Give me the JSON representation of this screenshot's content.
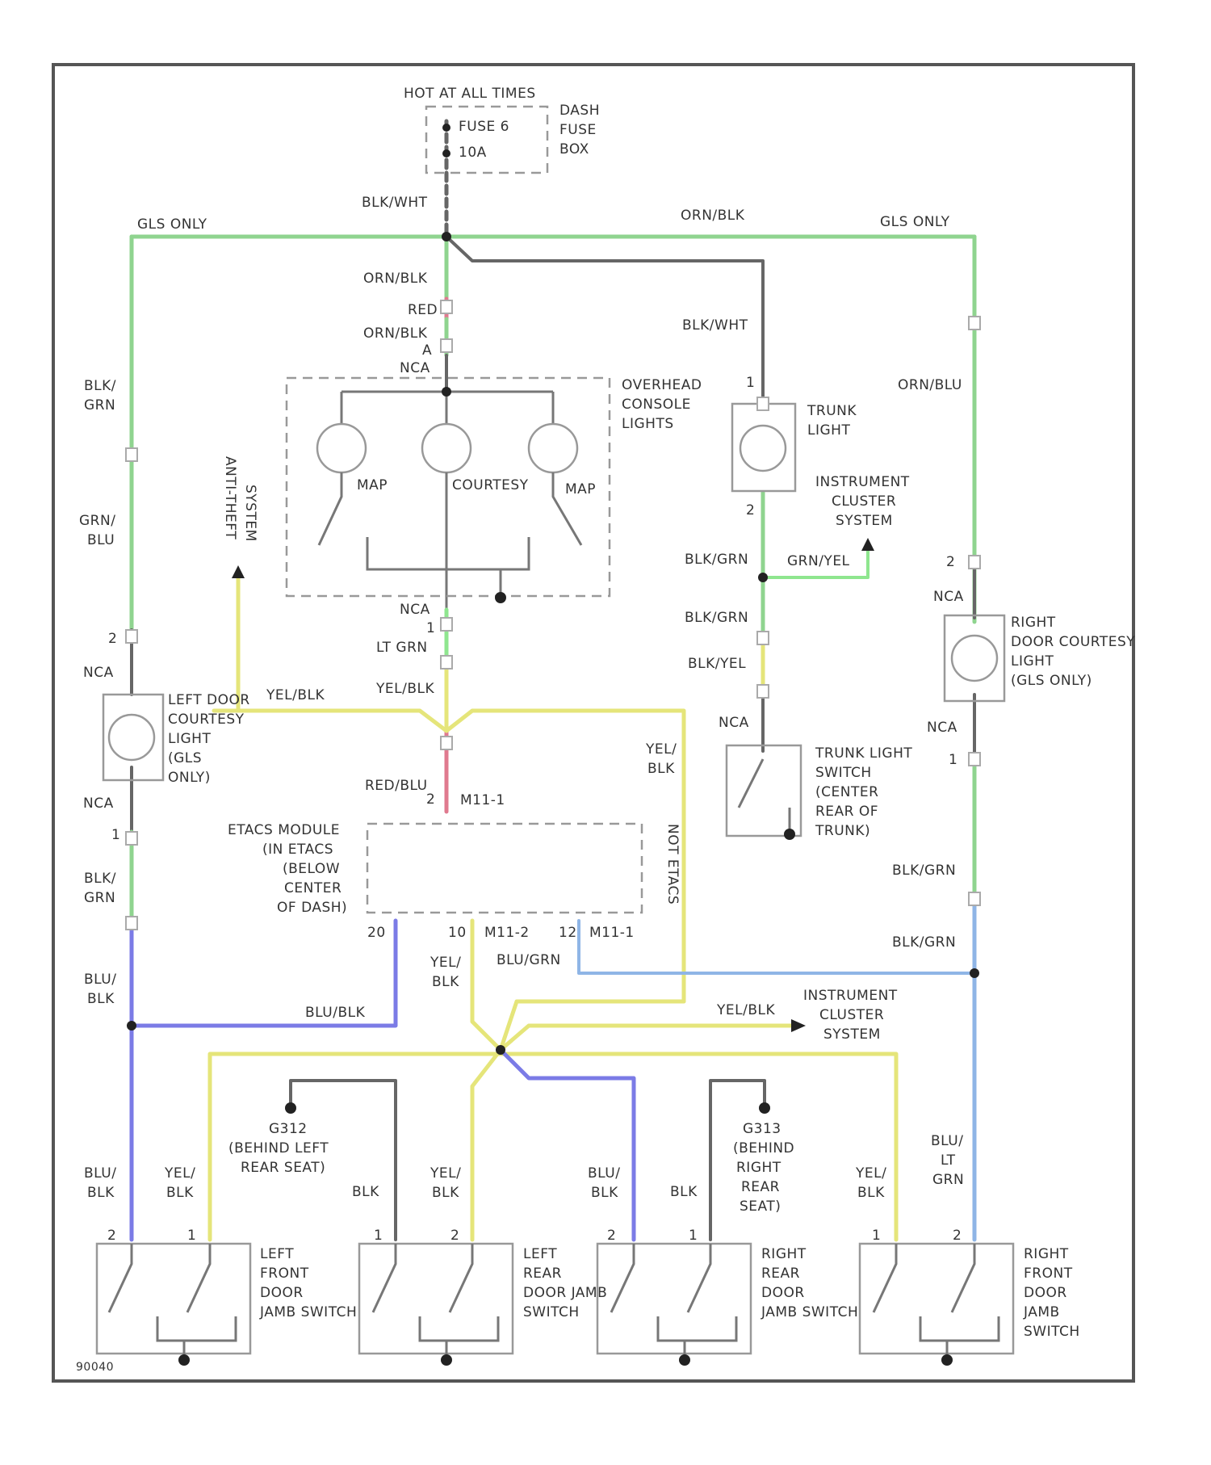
{
  "colors": {
    "grn": "#8fd48f",
    "yel": "#e5e57a",
    "blu": "#7b7be6",
    "lt_blu": "#8fb5e6",
    "red": "#e07a8f",
    "blk": "#666666",
    "lt_grn": "#8fe68f"
  },
  "labels": {
    "hot_at_all_times": "HOT AT ALL TIMES",
    "fuse_a": "FUSE 6",
    "fuse_b": "10A",
    "dash_fuse_box_1": "DASH",
    "dash_fuse_box_2": "FUSE",
    "dash_fuse_box_3": "BOX",
    "blk_wht_top": "BLK/WHT",
    "gls_only_left": "GLS ONLY",
    "gls_only_right": "GLS ONLY",
    "orn_blk_top": "ORN/BLK",
    "orn_blk_center": "ORN/BLK",
    "red": "RED",
    "orn_blk_2": "ORN/BLK",
    "a": "A",
    "nca_top": "NCA",
    "blk_wht_trunk": "BLK/WHT",
    "overhead_1": "OVERHEAD",
    "overhead_2": "CONSOLE",
    "overhead_3": "LIGHTS",
    "map_left": "MAP",
    "courtesy": "COURTESY",
    "map_right": "MAP",
    "pin_1_trunk": "1",
    "trunk_light_1": "TRUNK",
    "trunk_light_2": "LIGHT",
    "pin_2_trunk": "2",
    "instr_cluster_1a": "INSTRUMENT",
    "instr_cluster_1b": "CLUSTER",
    "instr_cluster_1c": "SYSTEM",
    "blk_grn_1": "BLK/GRN",
    "grn_yel": "GRN/YEL",
    "blk_grn_2": "BLK/GRN",
    "blk_yel": "BLK/YEL",
    "nca_trunk_sw": "NCA",
    "trunk_sw_1": "TRUNK LIGHT",
    "trunk_sw_2": "SWITCH",
    "trunk_sw_3": "(CENTER",
    "trunk_sw_4": "REAR OF",
    "trunk_sw_5": "TRUNK)",
    "orn_blu": "ORN/BLU",
    "pin_2_right": "2",
    "nca_right": "NCA",
    "right_door_1": "RIGHT",
    "right_door_2": "DOOR COURTESY",
    "right_door_3": "LIGHT",
    "right_door_4": "(GLS ONLY)",
    "nca_right_2": "NCA",
    "pin_1_right": "1",
    "blk_grn_right_1": "BLK/GRN",
    "blk_grn_right_2": "BLK/GRN",
    "blk_grn_left_1": "BLK/",
    "blk_grn_left_2": "GRN",
    "grn_blu_1": "GRN/",
    "grn_blu_2": "BLU",
    "anti_theft_1": "ANTI-THEFT",
    "anti_theft_2": "SYSTEM",
    "nca_mid": "NCA",
    "pin_1_mid": "1",
    "lt_grn": "LT GRN",
    "yel_blk_mid": "YEL/BLK",
    "pin_2_left": "2",
    "nca_left": "NCA",
    "left_door_1": "LEFT DOOR",
    "left_door_2": "COURTESY",
    "left_door_3": "LIGHT",
    "left_door_4": "(GLS",
    "left_door_5": "ONLY)",
    "yel_blk_left": "YEL/BLK",
    "nca_left_2": "NCA",
    "pin_1_left": "1",
    "blk_grn_left_3": "BLK/",
    "blk_grn_left_4": "GRN",
    "red_blu": "RED/BLU",
    "pin_2_etacs": "2",
    "m11_1": "M11-1",
    "etacs_1": "ETACS MODULE",
    "etacs_2": "(IN ETACS",
    "etacs_3": "(BELOW",
    "etacs_4": "CENTER",
    "etacs_5": "OF DASH)",
    "yel_blk_right_1": "YEL/",
    "yel_blk_right_2": "BLK",
    "not_etacs": "NOT ETACS",
    "pin_20": "20",
    "pin_10": "10",
    "m11_2": "M11-2",
    "pin_12": "12",
    "m11_1b": "M11-1",
    "yel_blk_low_1": "YEL/",
    "yel_blk_low_2": "BLK",
    "blu_grn": "BLU/GRN",
    "blu_blk_left_1": "BLU/",
    "blu_blk_left_2": "BLK",
    "blu_blk_h": "BLU/BLK",
    "yel_blk_h": "YEL/BLK",
    "instr_cluster_2a": "INSTRUMENT",
    "instr_cluster_2b": "CLUSTER",
    "instr_cluster_2c": "SYSTEM",
    "g_left_1": "G312",
    "g_left_2": "(BEHIND LEFT",
    "g_left_3": "REAR SEAT)",
    "g_right_1": "G313",
    "g_right_2": "(BEHIND",
    "g_right_3": "RIGHT",
    "g_right_4": "REAR",
    "g_right_5": "SEAT)",
    "sw1_blu_1": "BLU/",
    "sw1_blu_2": "BLK",
    "sw1_yel_1": "YEL/",
    "sw1_yel_2": "BLK",
    "blk_1": "BLK",
    "sw2_yel_1": "YEL/",
    "sw2_yel_2": "BLK",
    "sw3_blu_1": "BLU/",
    "sw3_blu_2": "BLK",
    "blk_2": "BLK",
    "sw4_yel_1": "YEL/",
    "sw4_yel_2": "BLK",
    "blu_lt_grn_1": "BLU/",
    "blu_lt_grn_2": "LT",
    "blu_lt_grn_3": "GRN",
    "s1_p2": "2",
    "s1_p1": "1",
    "s2_p1": "1",
    "s2_p2": "2",
    "s3_p2": "2",
    "s3_p1": "1",
    "s4_p1": "1",
    "s4_p2": "2",
    "lf_1": "LEFT",
    "lf_2": "FRONT",
    "lf_3": "DOOR",
    "lf_4": "JAMB SWITCH",
    "lr_1": "LEFT",
    "lr_2": "REAR",
    "lr_3": "DOOR JAMB",
    "lr_4": "SWITCH",
    "rr_1": "RIGHT",
    "rr_2": "REAR",
    "rr_3": "DOOR",
    "rr_4": "JAMB SWITCH",
    "rf_1": "RIGHT",
    "rf_2": "FRONT",
    "rf_3": "DOOR",
    "rf_4": "JAMB",
    "rf_5": "SWITCH",
    "fig_id": "90040"
  }
}
